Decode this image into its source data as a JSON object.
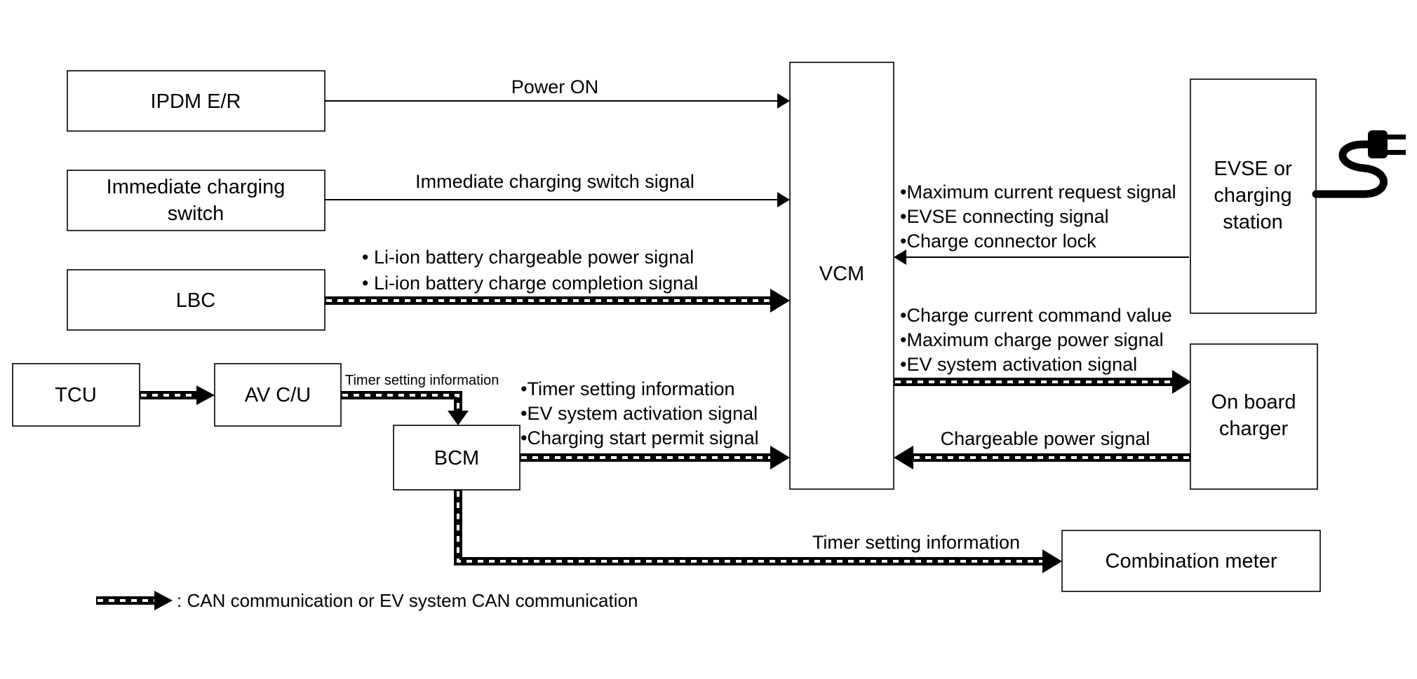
{
  "blocks": {
    "ipdm": "IPDM E/R",
    "immediate_switch": [
      "Immediate charging",
      "switch"
    ],
    "lbc": "LBC",
    "tcu": "TCU",
    "av_cu": "AV C/U",
    "bcm": "BCM",
    "vcm": "VCM",
    "evse": [
      "EVSE or",
      "charging",
      "station"
    ],
    "obc": [
      "On board",
      "charger"
    ],
    "combination_meter": "Combination meter"
  },
  "signals": {
    "power_on": "Power ON",
    "immediate_switch_signal": "Immediate charging switch signal",
    "lbc_to_vcm": [
      "• Li-ion battery chargeable power signal",
      "• Li-ion battery charge completion signal"
    ],
    "av_to_bcm": "Timer setting information",
    "bcm_to_vcm": [
      "•Timer setting information",
      "•EV system activation signal",
      "•Charging start permit signal"
    ],
    "evse_to_vcm": [
      "•Maximum current request signal",
      "•EVSE connecting signal",
      "•Charge connector lock"
    ],
    "vcm_to_obc": [
      "•Charge current command value",
      "•Maximum charge power signal",
      "•EV system activation signal"
    ],
    "obc_to_vcm": "Chargeable power signal",
    "bcm_to_meter": "Timer setting information"
  },
  "legend": {
    "label": ": CAN communication or EV system CAN communication"
  },
  "icons": {
    "plug": "plug-icon"
  }
}
